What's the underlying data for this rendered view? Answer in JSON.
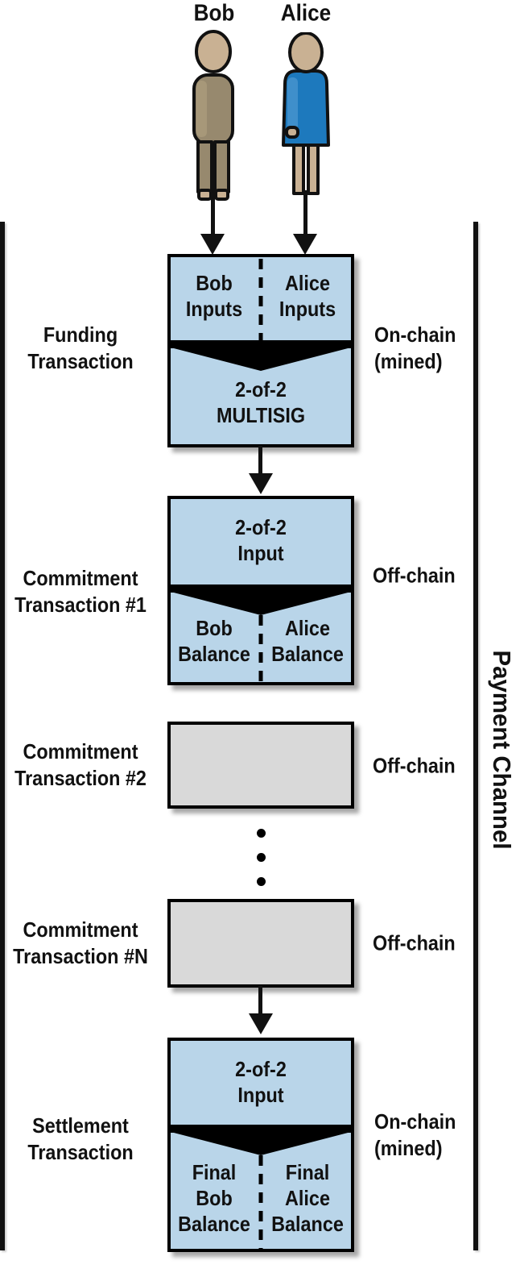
{
  "actors": {
    "bob": {
      "label": "Bob"
    },
    "alice": {
      "label": "Alice"
    }
  },
  "channel": {
    "label": "Payment Channel"
  },
  "rows": {
    "funding": {
      "left": [
        "Funding",
        "Transaction"
      ],
      "right": [
        "On-chain",
        "(mined)"
      ],
      "box": {
        "top_left": [
          "Bob",
          "Inputs"
        ],
        "top_right": [
          "Alice",
          "Inputs"
        ],
        "bottom": [
          "2-of-2",
          "MULTISIG"
        ]
      }
    },
    "commitment_1": {
      "left": [
        "Commitment",
        "Transaction #1"
      ],
      "right": [
        "Off-chain"
      ],
      "box": {
        "top": [
          "2-of-2",
          "Input"
        ],
        "bottom_left": [
          "Bob",
          "Balance"
        ],
        "bottom_right": [
          "Alice",
          "Balance"
        ]
      }
    },
    "commitment_2": {
      "left": [
        "Commitment",
        "Transaction #2"
      ],
      "right": [
        "Off-chain"
      ]
    },
    "commitment_n": {
      "left": [
        "Commitment",
        "Transaction #N"
      ],
      "right": [
        "Off-chain"
      ]
    },
    "settlement": {
      "left": [
        "Settlement",
        "Transaction"
      ],
      "right": [
        "On-chain",
        "(mined)"
      ],
      "box": {
        "top": [
          "2-of-2",
          "Input"
        ],
        "bottom_left": [
          "Final",
          "Bob",
          "Balance"
        ],
        "bottom_right": [
          "Final",
          "Alice",
          "Balance"
        ]
      }
    }
  },
  "colors": {
    "box_blue": "#b9d5e9",
    "box_gray": "#d9d9d9",
    "line_black": "#111111",
    "bob_clothes": "#97896e",
    "bob_clothes_light": "#a79879",
    "alice_dress": "#1d79bd",
    "alice_dress_light": "#3f8fcb",
    "skin": "#c9b193"
  }
}
